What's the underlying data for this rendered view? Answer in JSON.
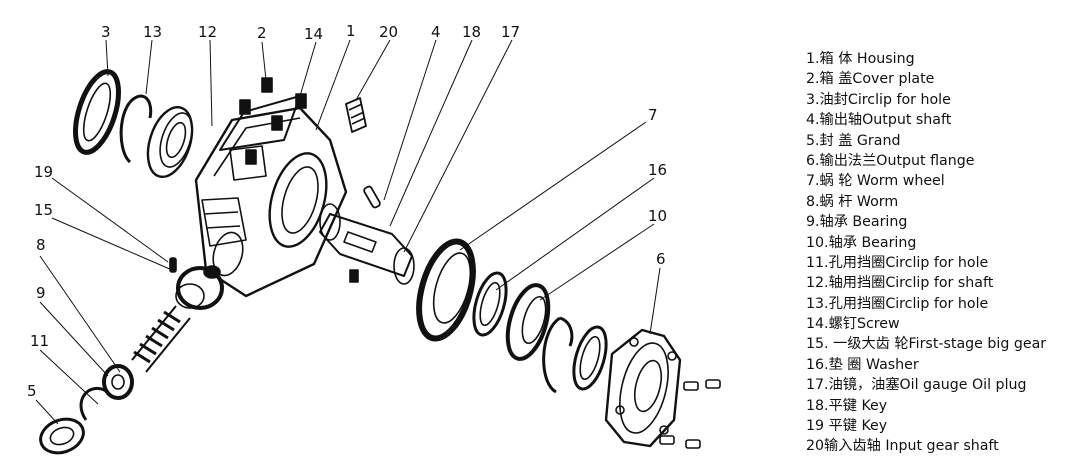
{
  "callouts": {
    "c1": "1",
    "c2": "2",
    "c3": "3",
    "c4": "4",
    "c5": "5",
    "c6": "6",
    "c7": "7",
    "c8": "8",
    "c9": "9",
    "c10": "10",
    "c11": "11",
    "c12": "12",
    "c13": "13",
    "c14": "14",
    "c15": "15",
    "c16": "16",
    "c17": "17",
    "c18": "18",
    "c19": "19",
    "c20": "20"
  },
  "legend": [
    "1.箱 体 Housing",
    "2.箱 盖Cover plate",
    "3.油封Circlip for hole",
    "4.输出轴Output shaft",
    "5.封 盖 Grand",
    "6.输出法兰Output flange",
    "7.蜗 轮 Worm wheel",
    "8.蜗 杆 Worm",
    "9.轴承 Bearing",
    "10.轴承 Bearing",
    "11.孔用挡圈Circlip for hole",
    "12.轴用挡圈Circlip for shaft",
    "13.孔用挡圈Circlip for hole",
    "14.螺钉Screw",
    "15. 一级大齿 轮First-stage big gear",
    "16.垫 圈 Washer",
    "17.油镜，油塞Oil gauge Oil plug",
    "18.平键 Key",
    "19 平键 Key",
    "20输入齿轴 Input gear shaft"
  ]
}
